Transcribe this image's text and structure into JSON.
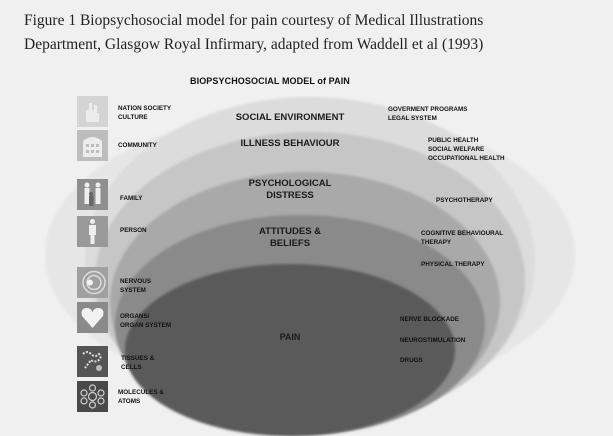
{
  "caption": {
    "line1": "Figure 1 Biopsychosocial model for pain courtesy of Medical Illustrations",
    "line2": "Department, Glasgow Royal Infirmary, adapted from Waddell et al (1993)"
  },
  "diagram": {
    "title": "BIOPSYCHOSOCIAL MODEL of PAIN",
    "layers": [
      {
        "name": "SOCIAL ENVIRONMENT",
        "color": "#dcdcdc"
      },
      {
        "name": "ILLNESS BEHAVIOUR",
        "color": "#c6c6c6"
      },
      {
        "name": "PSYCHOLOGICAL DISTRESS",
        "line1": "PSYCHOLOGICAL",
        "line2": "DISTRESS",
        "color": "#a9a9a9"
      },
      {
        "name": "ATTITUDES & BELIEFS",
        "line1": "ATTITUDES &",
        "line2": "BELIEFS",
        "color": "#8a8a8a"
      },
      {
        "name": "PAIN",
        "color": "#5a5a5a"
      }
    ],
    "outer_color": "#e6e6e6",
    "levels": [
      {
        "icon": "nation-icon",
        "line1": "NATION SOCIETY",
        "line2": "CULTURE"
      },
      {
        "icon": "community-icon",
        "line1": "COMMUNITY",
        "line2": ""
      },
      {
        "icon": "family-icon",
        "line1": "FAMILY",
        "line2": ""
      },
      {
        "icon": "person-icon",
        "line1": "PERSON",
        "line2": ""
      },
      {
        "icon": "nervous-system-icon",
        "line1": "NERVOUS",
        "line2": "SYSTEM"
      },
      {
        "icon": "heart-icon",
        "line1": "ORGANS/",
        "line2": "ORGAN SYSTEM"
      },
      {
        "icon": "tissues-cells-icon",
        "line1": "TISSUES &",
        "line2": "CELLS"
      },
      {
        "icon": "molecules-atoms-icon",
        "line1": "MOLECULES &",
        "line2": "ATOMS"
      }
    ],
    "interventions": {
      "social": [
        "GOVERMENT PROGRAMS",
        "LEGAL SYSTEM"
      ],
      "illness": [
        "PUBLIC HEALTH",
        "SOCIAL WELFARE",
        "OCCUPATIONAL HEALTH"
      ],
      "psych": [
        "PSYCHOTHERAPY"
      ],
      "attitudes": [
        "COGNITIVE BEHAVIOURAL",
        "THERAPY"
      ],
      "physical": [
        "PHYSICAL THERAPY"
      ],
      "pain": [
        "NERVE BLOCKADE",
        "NEUROSTIMULATION",
        "DRUGS"
      ]
    }
  }
}
